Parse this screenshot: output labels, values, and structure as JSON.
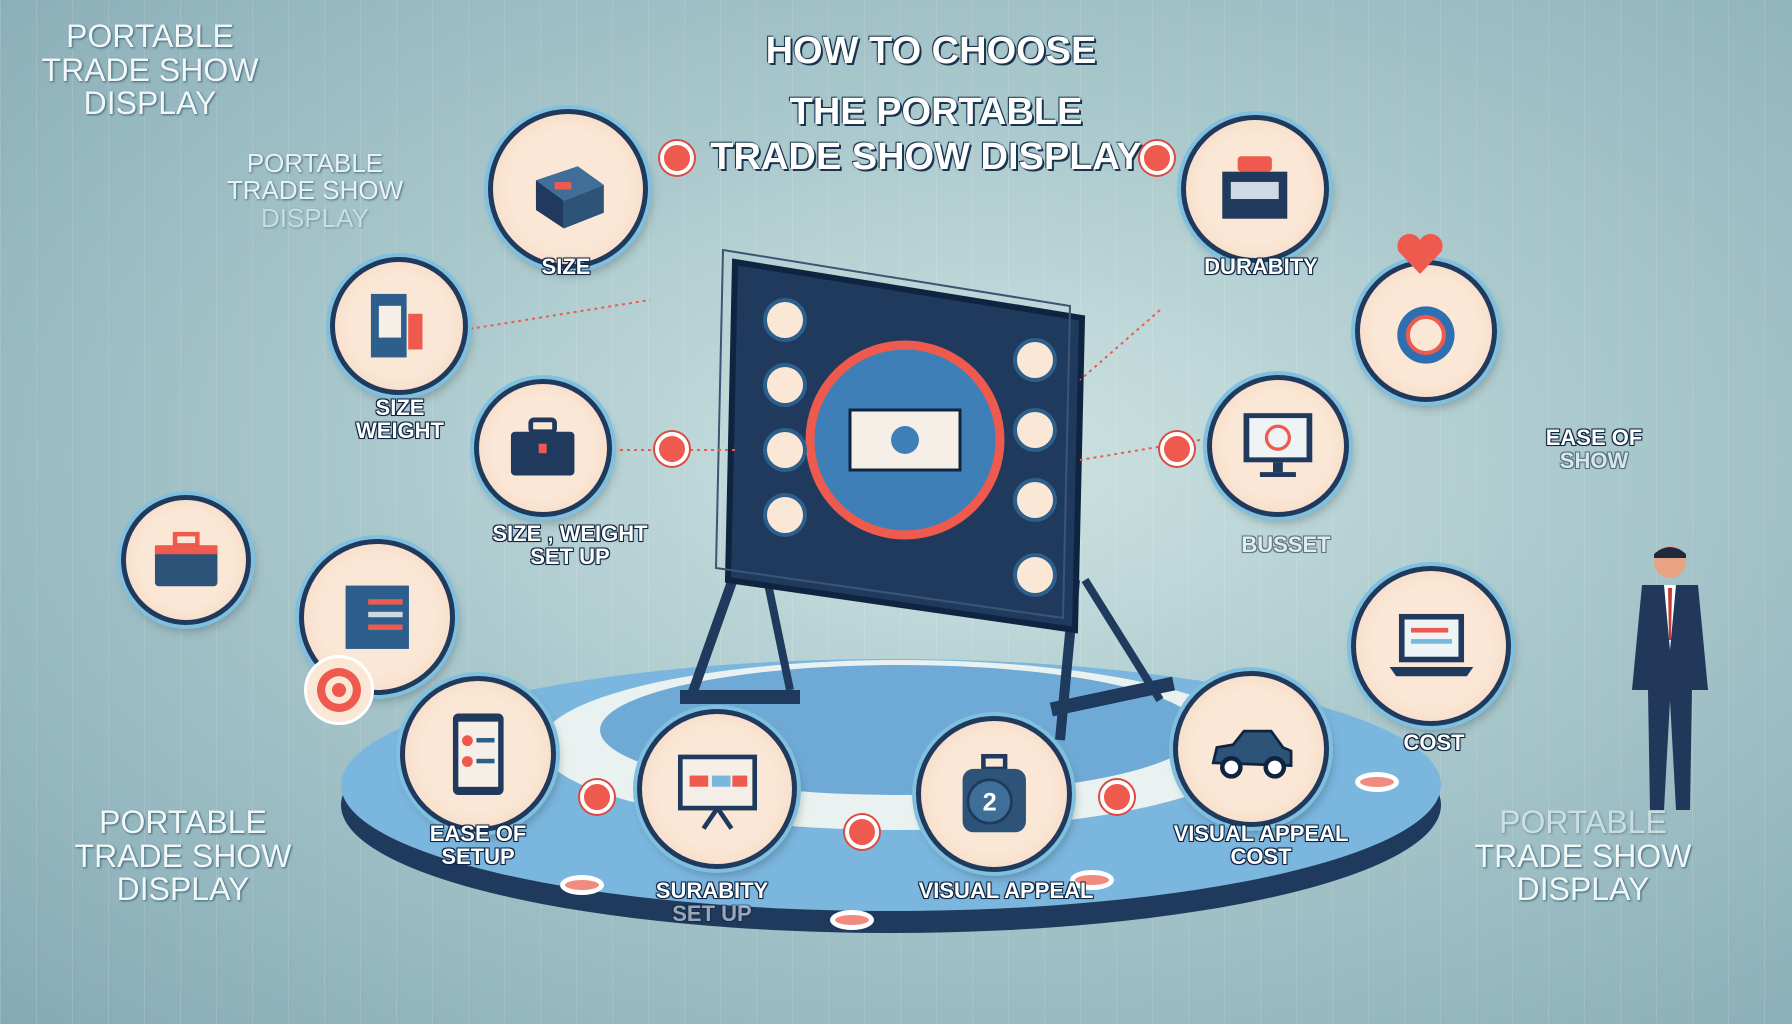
{
  "title": {
    "line1": "HOW TO CHOOSE",
    "line2": "THE PORTABLE",
    "line3": "TRADE SHOW DISPLAY"
  },
  "side_texts": {
    "top_left": [
      "PORTABLE",
      "TRADE SHOW",
      "DISPLAY"
    ],
    "top_left_small": [
      "PORTABLE",
      "TRADE SHOW",
      "DISPLAY"
    ],
    "bottom_left": [
      "PORTABLE",
      "TRADE SHOW",
      "DISPLAY"
    ],
    "bottom_right": [
      "PORTABLE",
      "TRADE SHOW",
      "DISPLAY"
    ]
  },
  "labels": {
    "size": "SIZE",
    "durability": "DURABITY",
    "size_weight": [
      "SIZE",
      "WEIGHT"
    ],
    "size_weight_setup": [
      "SIZE , WEIGHT",
      "SET UP"
    ],
    "ease_of_setup": [
      "EASE OF",
      "SETUP"
    ],
    "surabity_setup": [
      "SURABITY",
      "SET UP"
    ],
    "visual_appeal": "VISUAL APPEAL",
    "visual_appeal_cost": [
      "VISUAL APPEAL",
      "COST"
    ],
    "cost": "COST",
    "ease_of_show": [
      "EASE OF",
      "SHOW"
    ],
    "busset": "BUSSET",
    "badge_number": "2"
  },
  "colors": {
    "accent": "#ee5a4e",
    "navy": "#1f3a5c",
    "platform": "#7bb6df"
  }
}
